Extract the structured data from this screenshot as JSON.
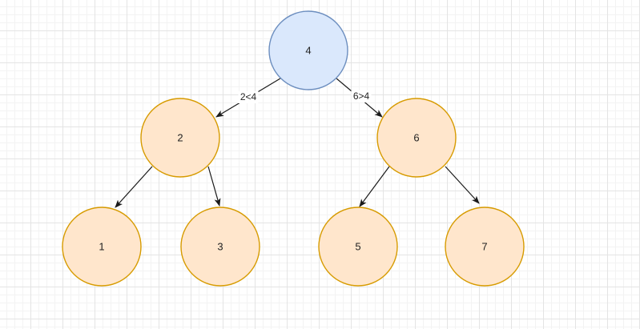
{
  "diagram": {
    "colors": {
      "root_fill": "#dae8fc",
      "root_stroke": "#6c8ebf",
      "node_fill": "#ffe6cc",
      "node_stroke": "#d79b00",
      "edge": "#1a1a1a"
    },
    "nodes": [
      {
        "id": "n4",
        "label": "4",
        "style": "root"
      },
      {
        "id": "n2",
        "label": "2",
        "style": "normal"
      },
      {
        "id": "n6",
        "label": "6",
        "style": "normal"
      },
      {
        "id": "n1",
        "label": "1",
        "style": "normal"
      },
      {
        "id": "n3",
        "label": "3",
        "style": "normal"
      },
      {
        "id": "n5",
        "label": "5",
        "style": "normal"
      },
      {
        "id": "n7",
        "label": "7",
        "style": "normal"
      }
    ],
    "edges": [
      {
        "from": "n4",
        "to": "n2",
        "label": "2<4"
      },
      {
        "from": "n4",
        "to": "n6",
        "label": "6>4"
      },
      {
        "from": "n2",
        "to": "n1",
        "label": ""
      },
      {
        "from": "n2",
        "to": "n3",
        "label": ""
      },
      {
        "from": "n6",
        "to": "n5",
        "label": ""
      },
      {
        "from": "n6",
        "to": "n7",
        "label": ""
      }
    ]
  }
}
